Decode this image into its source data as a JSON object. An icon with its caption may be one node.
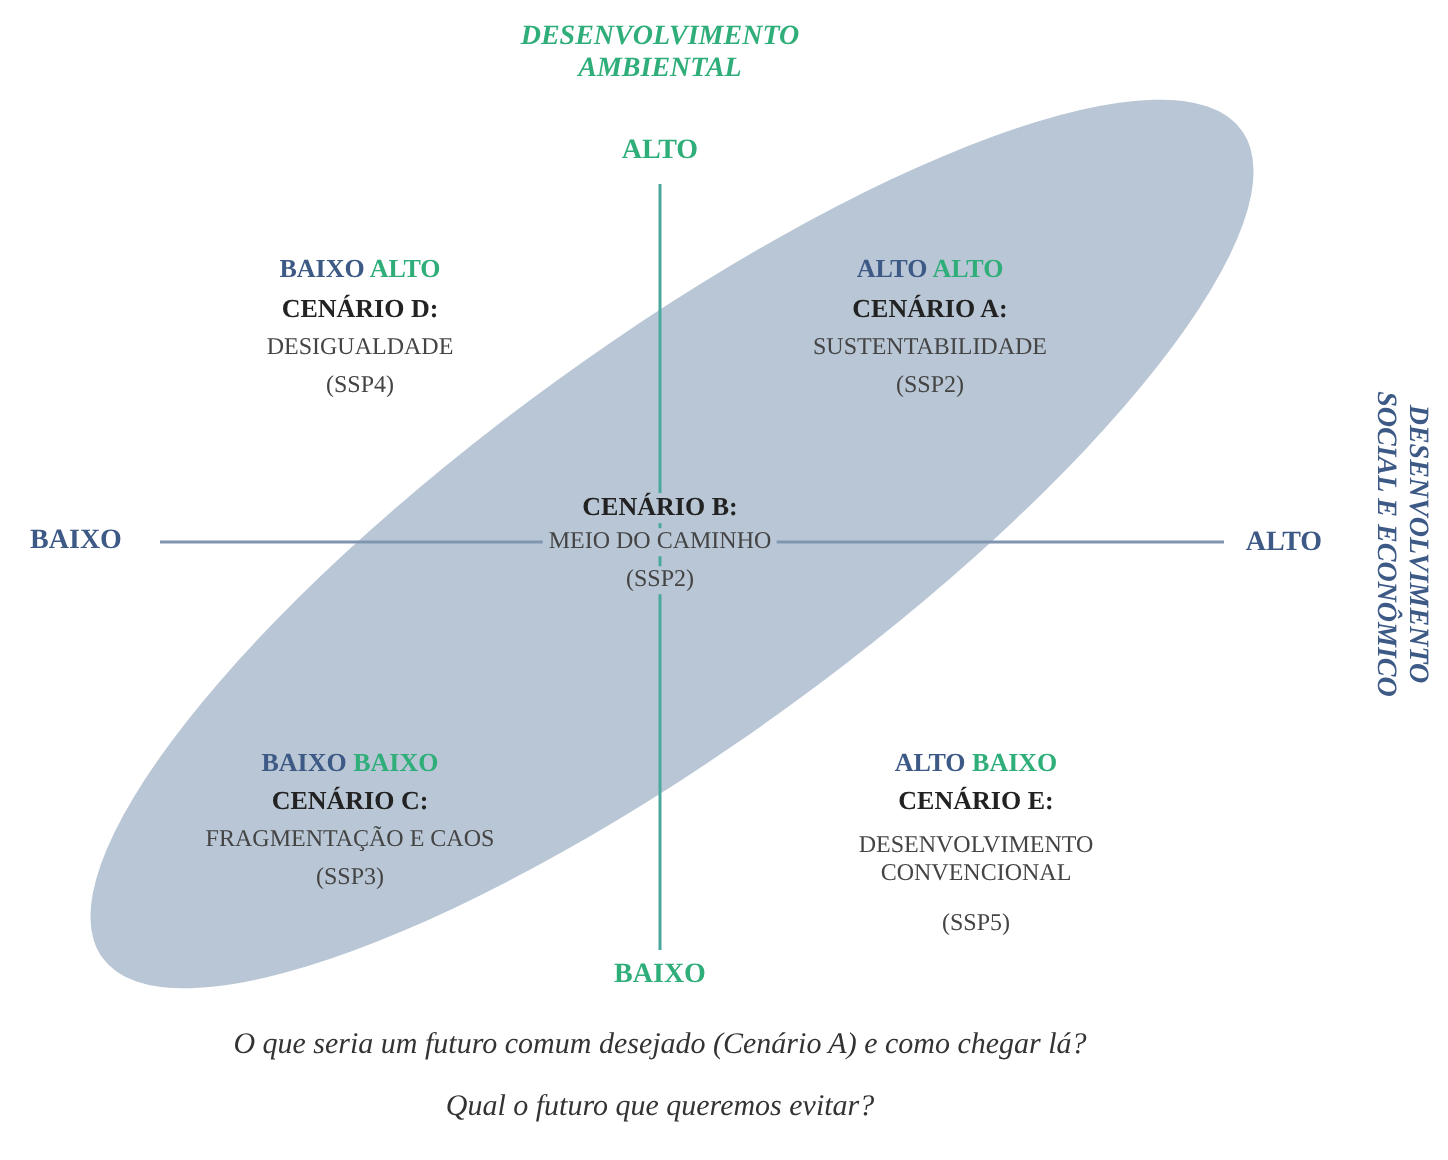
{
  "diagram": {
    "labels": [
      "DESENVOLVIMENTO AMBIENTAL",
      "ALTO",
      "BAIXO ALTO",
      "CENÁRIO D:",
      "DESIGUALDADE",
      "(SSP4)",
      "ALTO ALTO",
      "CENÁRIO A:",
      "SUSTENTABILIDADE",
      "(SSP2)",
      "DESENVOLVIMENTO SOCIAL E ECONÔMICO",
      "BAIXO",
      "CENÁRIO B:",
      "MEIO DO CAMINHO",
      "(SSP2)",
      "ALTO",
      "BAIXO BAIXO",
      "CENÁRIO C:",
      "FRAGMENTAÇÃO E CAOS",
      "(SSP3)",
      "ALTO BAIXO",
      "CENÁRIO E:",
      "DESENVOLVIMENTO CONVENCIONAL",
      "(SSP5)",
      "BAIXO",
      "O que seria um futuro comum desejado (Cenário A) e como chegar lá?",
      "Qual o futuro que queremos evitar?"
    ]
  }
}
